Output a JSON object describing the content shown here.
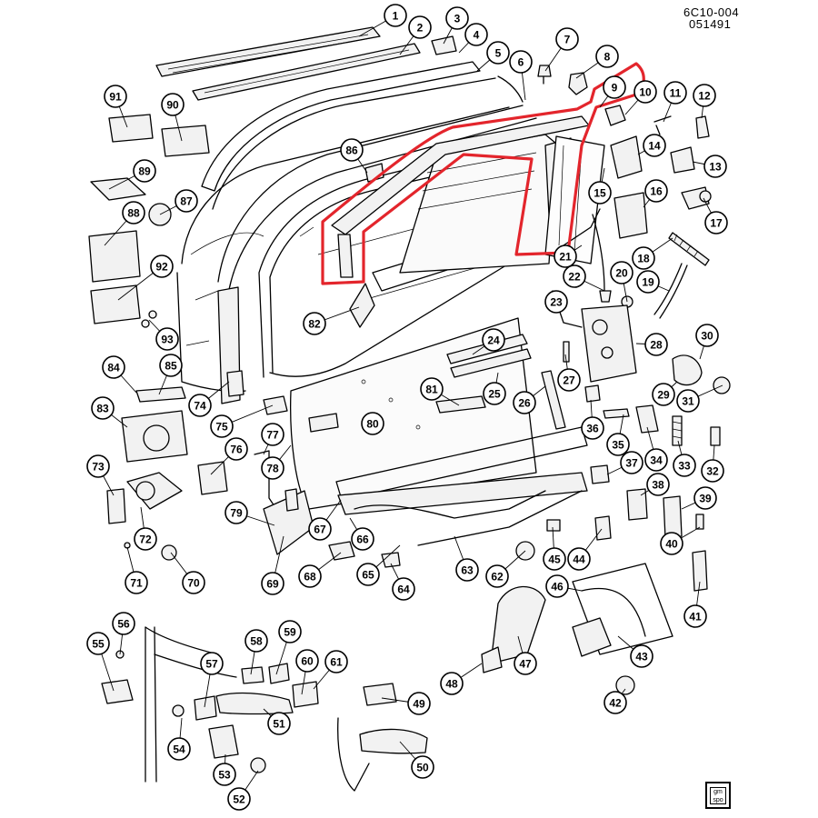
{
  "document_codes": [
    "6C10-004",
    "051491"
  ],
  "logo_text": [
    "gm",
    "spo"
  ],
  "highlight_color": "#e3252c",
  "callouts": [
    "1",
    "2",
    "3",
    "4",
    "5",
    "6",
    "7",
    "8",
    "9",
    "10",
    "11",
    "12",
    "13",
    "14",
    "15",
    "16",
    "17",
    "18",
    "19",
    "20",
    "21",
    "22",
    "23",
    "24",
    "25",
    "26",
    "27",
    "28",
    "29",
    "30",
    "31",
    "32",
    "33",
    "34",
    "35",
    "36",
    "37",
    "38",
    "39",
    "40",
    "41",
    "42",
    "43",
    "44",
    "45",
    "46",
    "47",
    "48",
    "49",
    "50",
    "51",
    "52",
    "53",
    "54",
    "55",
    "56",
    "57",
    "58",
    "59",
    "60",
    "61",
    "62",
    "63",
    "64",
    "65",
    "66",
    "67",
    "68",
    "69",
    "70",
    "71",
    "72",
    "73",
    "74",
    "75",
    "76",
    "77",
    "78",
    "79",
    "80",
    "81",
    "82",
    "83",
    "84",
    "85",
    "86",
    "87",
    "88",
    "89",
    "90",
    "91",
    "92",
    "93"
  ]
}
